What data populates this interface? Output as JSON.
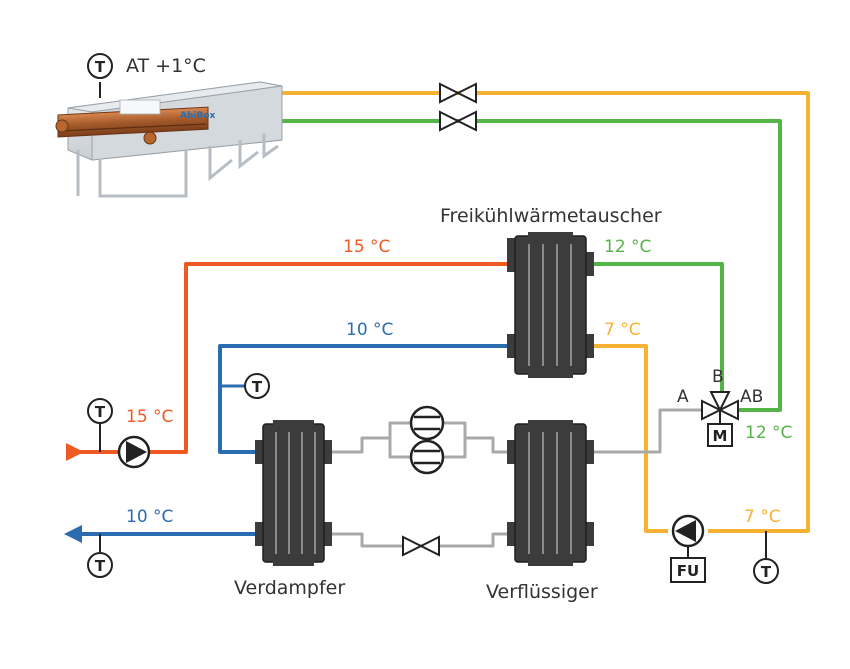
{
  "colors": {
    "orange": "#ef5a24",
    "yellow": "#f6b333",
    "green": "#55b447",
    "blue": "#2b6cb0",
    "grey": "#a9a9a9",
    "dark": "#222222"
  },
  "icons": {
    "sensor": "thermometer-sensor-icon",
    "pump": "pump-icon",
    "valve": "valve-icon",
    "compressor": "compressor-icon",
    "three_way_valve": "three-way-valve-icon"
  },
  "drycooler": {
    "temp_label": "AT +1°C",
    "brand": "AbiBox"
  },
  "labels": {
    "freecooling_hx": "Freikühlwärmetauscher",
    "evaporator": "Verdampfer",
    "condenser": "Verflüssiger",
    "hx_in_orange": "15 °C",
    "hx_out_blue": "10 °C",
    "hx_out_green": "12 °C",
    "hx_out_yellow": "7 °C",
    "inlet_orange": "15 °C",
    "outlet_blue": "10 °C",
    "valve_port_a": "A",
    "valve_port_b": "B",
    "valve_port_ab": "AB",
    "valve_motor": "M",
    "valve_return_green": "12 °C",
    "pump_yellow_temp": "7 °C",
    "fu_box": "FU",
    "sensor": "T"
  }
}
